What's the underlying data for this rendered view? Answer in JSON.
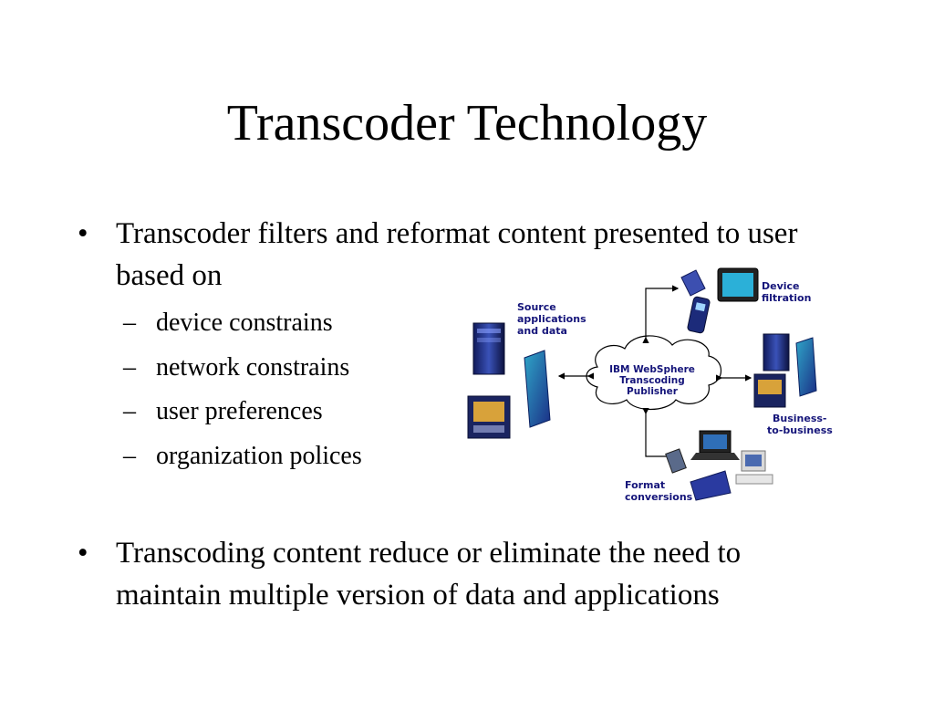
{
  "slide": {
    "title": "Transcoder Technology",
    "bullets": [
      "Transcoder filters and reformat content presented to user based on",
      "Transcoding content reduce or eliminate the need to maintain multiple version of data and applications"
    ],
    "sub_bullets": [
      "device constrains",
      "network constrains",
      "user preferences",
      "organization polices"
    ],
    "bullet_symbol": "•",
    "dash_symbol": "–"
  },
  "diagram": {
    "center_label": [
      "IBM WebSphere",
      "Transcoding",
      "Publisher"
    ],
    "source_label": [
      "Source",
      "applications",
      "and data"
    ],
    "device_label": [
      "Device",
      "filtration"
    ],
    "b2b_label": [
      "Business-",
      "to-business"
    ],
    "format_label": [
      "Format",
      "conversions"
    ],
    "colors": {
      "label": "#15157a",
      "arrow": "#000000",
      "server": "#2a3a8c"
    }
  }
}
